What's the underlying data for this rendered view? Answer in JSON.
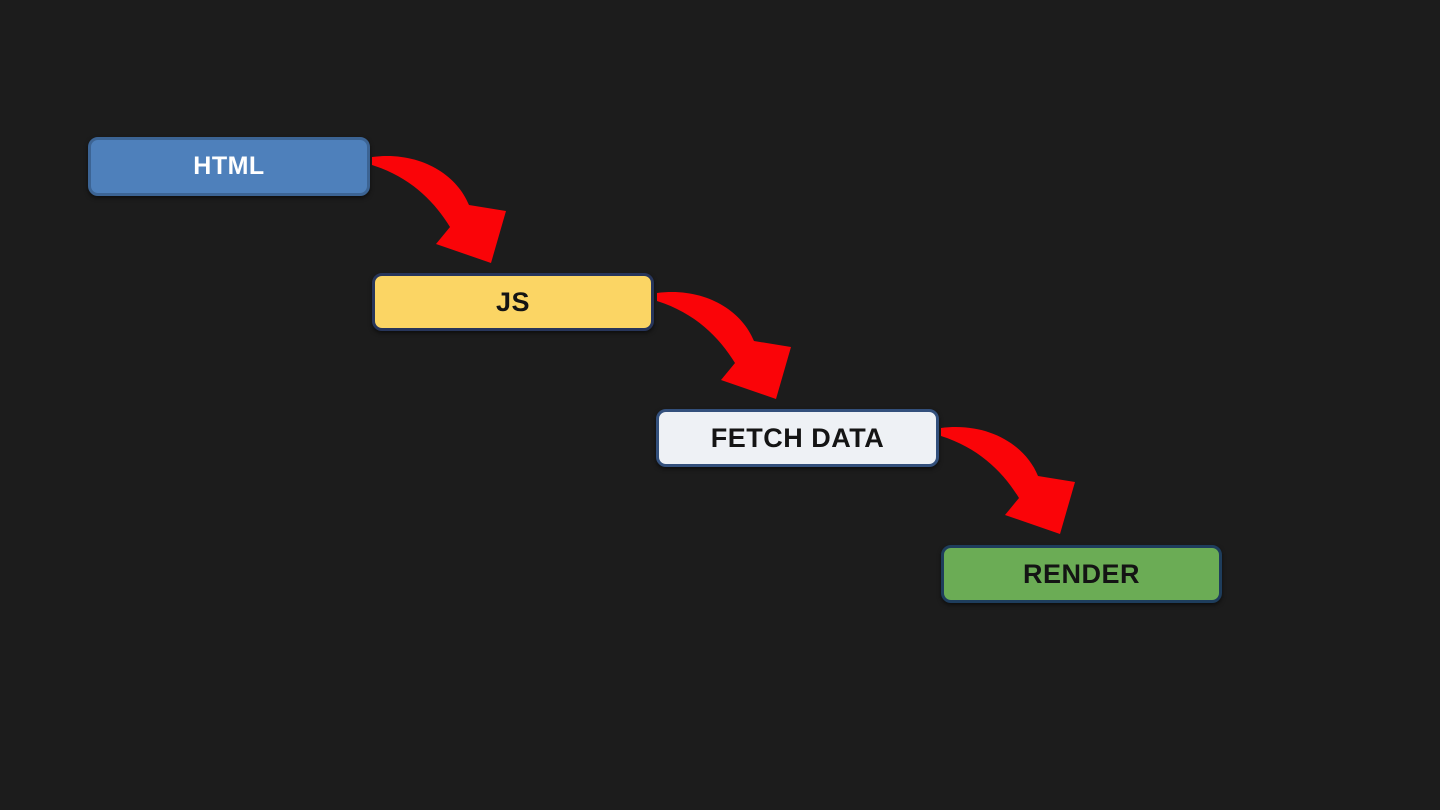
{
  "diagram": {
    "title": "page-render-flow",
    "background_color": "#1c1c1c",
    "arrow_color": "#fa0408",
    "steps": [
      {
        "label": "HTML",
        "fill": "#4e80bb",
        "border": "#3c6494",
        "text_color": "#ffffff"
      },
      {
        "label": "JS",
        "fill": "#fbd564",
        "border": "#27355a",
        "text_color": "#141414"
      },
      {
        "label": "FETCH DATA",
        "fill": "#eef1f5",
        "border": "#33507c",
        "text_color": "#141414"
      },
      {
        "label": "RENDER",
        "fill": "#6bac55",
        "border": "#1e3d5c",
        "text_color": "#141414"
      }
    ],
    "connector_name": "curved-red-arrow"
  }
}
